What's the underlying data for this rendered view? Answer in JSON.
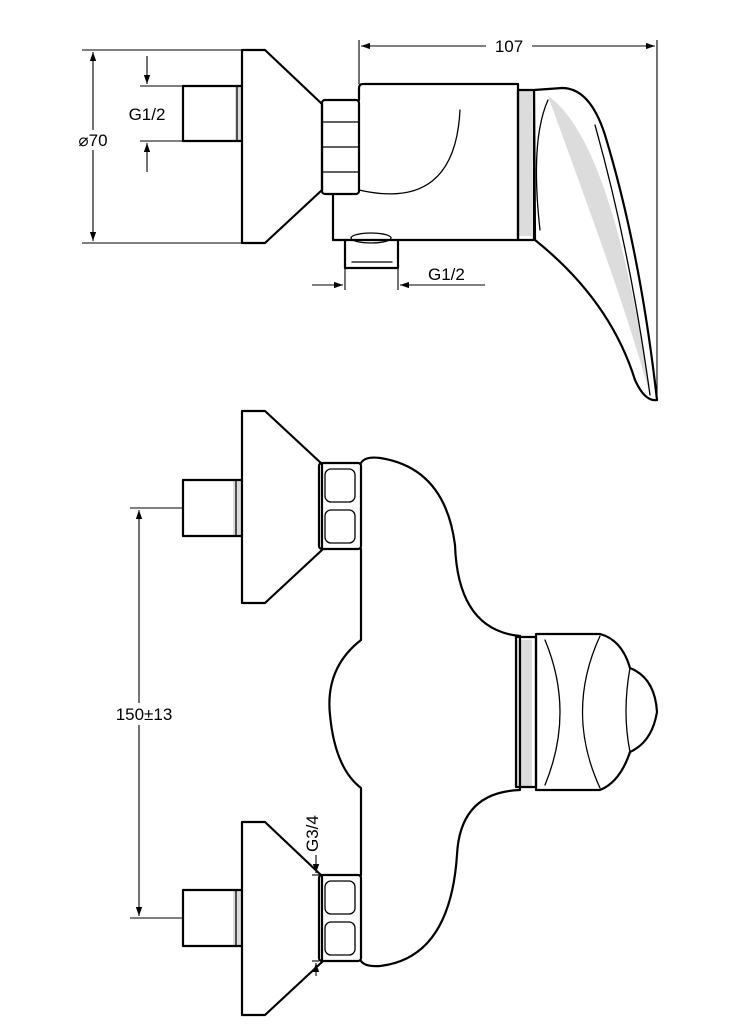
{
  "dimensions": {
    "width_top": "107",
    "diameter": "⌀70",
    "inlet_thread": "G1/2",
    "outlet_thread": "G1/2",
    "center_distance": "150±13",
    "connector_thread": "G3/4"
  }
}
